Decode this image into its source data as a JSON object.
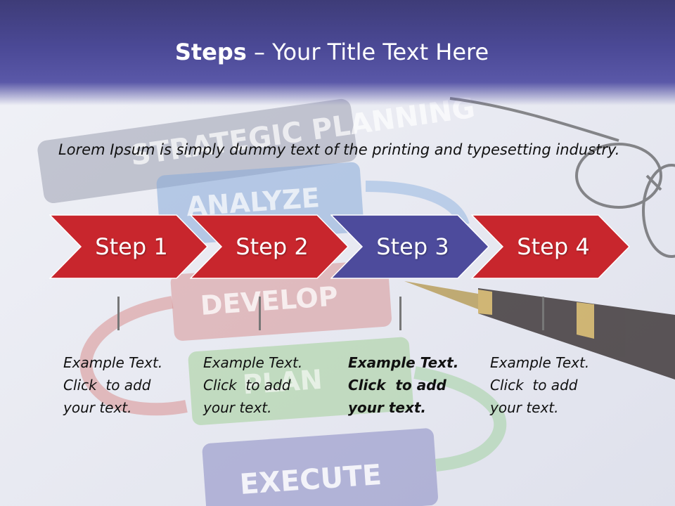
{
  "slide": {
    "title_bold": "Steps",
    "title_rest": " – Your Title Text Here",
    "intro_text": "Lorem Ipsum is simply dummy text of the printing and typesetting industry."
  },
  "background": {
    "cards": [
      "STRATEGIC PLANNING",
      "ANALYZE",
      "DEVELOP",
      "PLAN",
      "EXECUTE"
    ]
  },
  "steps": [
    {
      "label": "Step 1",
      "text": [
        "Example Text.",
        "Click  to add",
        "your text."
      ],
      "color": "#c8262d",
      "active": false
    },
    {
      "label": "Step 2",
      "text": [
        "Example Text.",
        "Click  to add",
        "your text."
      ],
      "color": "#c8262d",
      "active": false
    },
    {
      "label": "Step 3",
      "text": [
        "Example Text.",
        "Click  to add",
        "your text."
      ],
      "color": "#4d4b9c",
      "active": true
    },
    {
      "label": "Step 4",
      "text": [
        "Example Text.",
        "Click  to add",
        "your text."
      ],
      "color": "#c8262d",
      "active": false
    }
  ],
  "colors": {
    "title_band": "#4b4996",
    "step_red": "#c8262d",
    "step_blue": "#4d4b9c"
  }
}
